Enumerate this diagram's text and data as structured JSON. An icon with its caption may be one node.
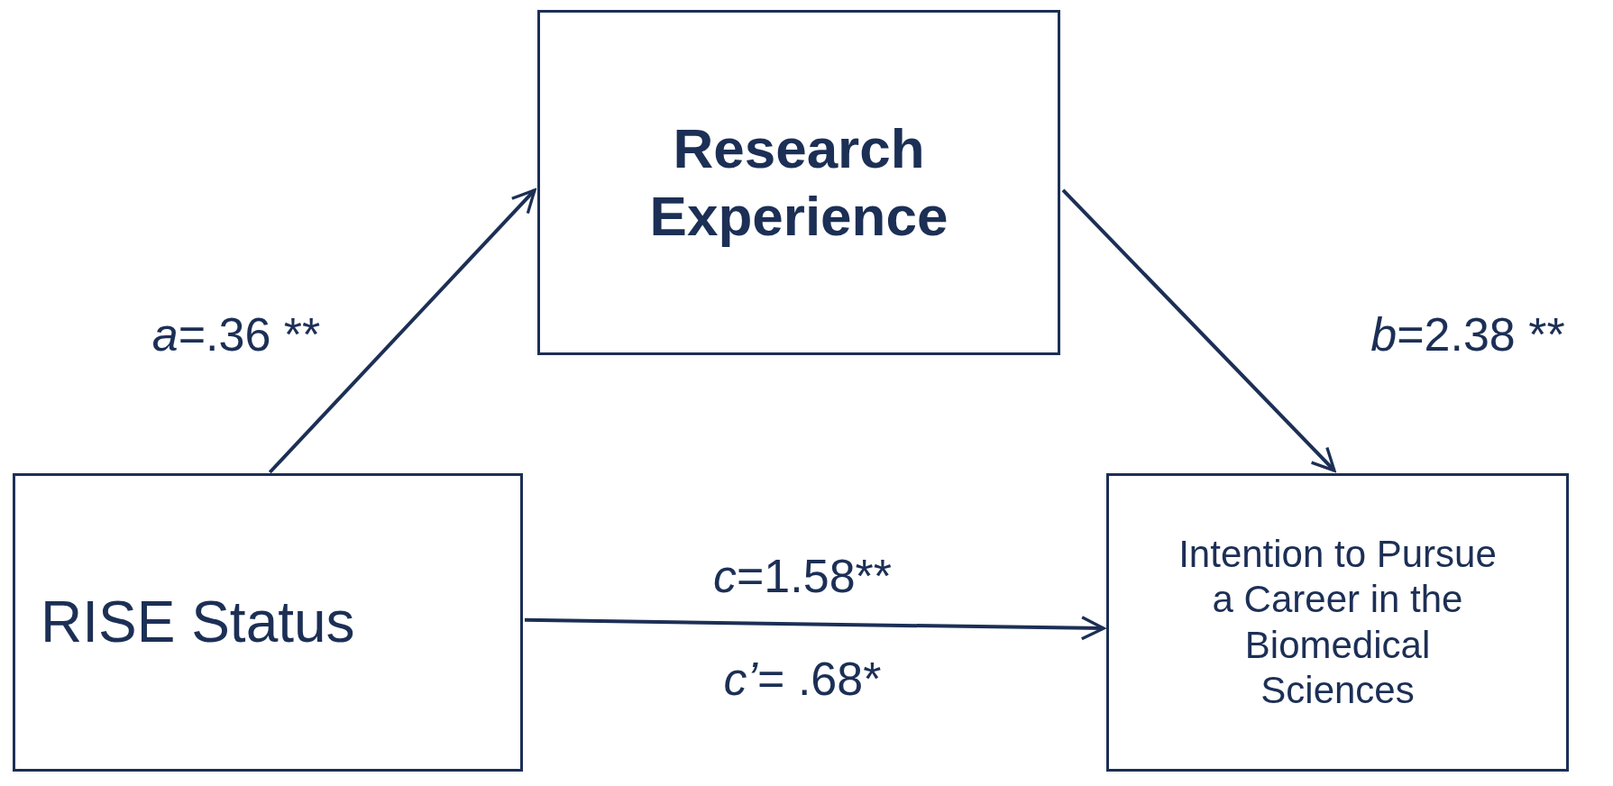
{
  "diagram": {
    "nodes": [
      {
        "text": [
          "Research Experience"
        ]
      },
      {
        "text": [
          "RISE Status"
        ]
      },
      {
        "text": [
          "Intention to Pursue a Career in the Biomedical Sciences"
        ]
      }
    ],
    "edges": [
      {
        "from": 1,
        "to": 0,
        "arrow": "to",
        "label": "*a*=.36 **"
      },
      {
        "from": 0,
        "to": 2,
        "arrow": "to",
        "label": "*b*=2.38 **"
      },
      {
        "from": 1,
        "to": 2,
        "arrow": "to",
        "label": "*c*=1.58**"
      }
    ],
    "labels": [
      "*c’*= .68*"
    ]
  }
}
